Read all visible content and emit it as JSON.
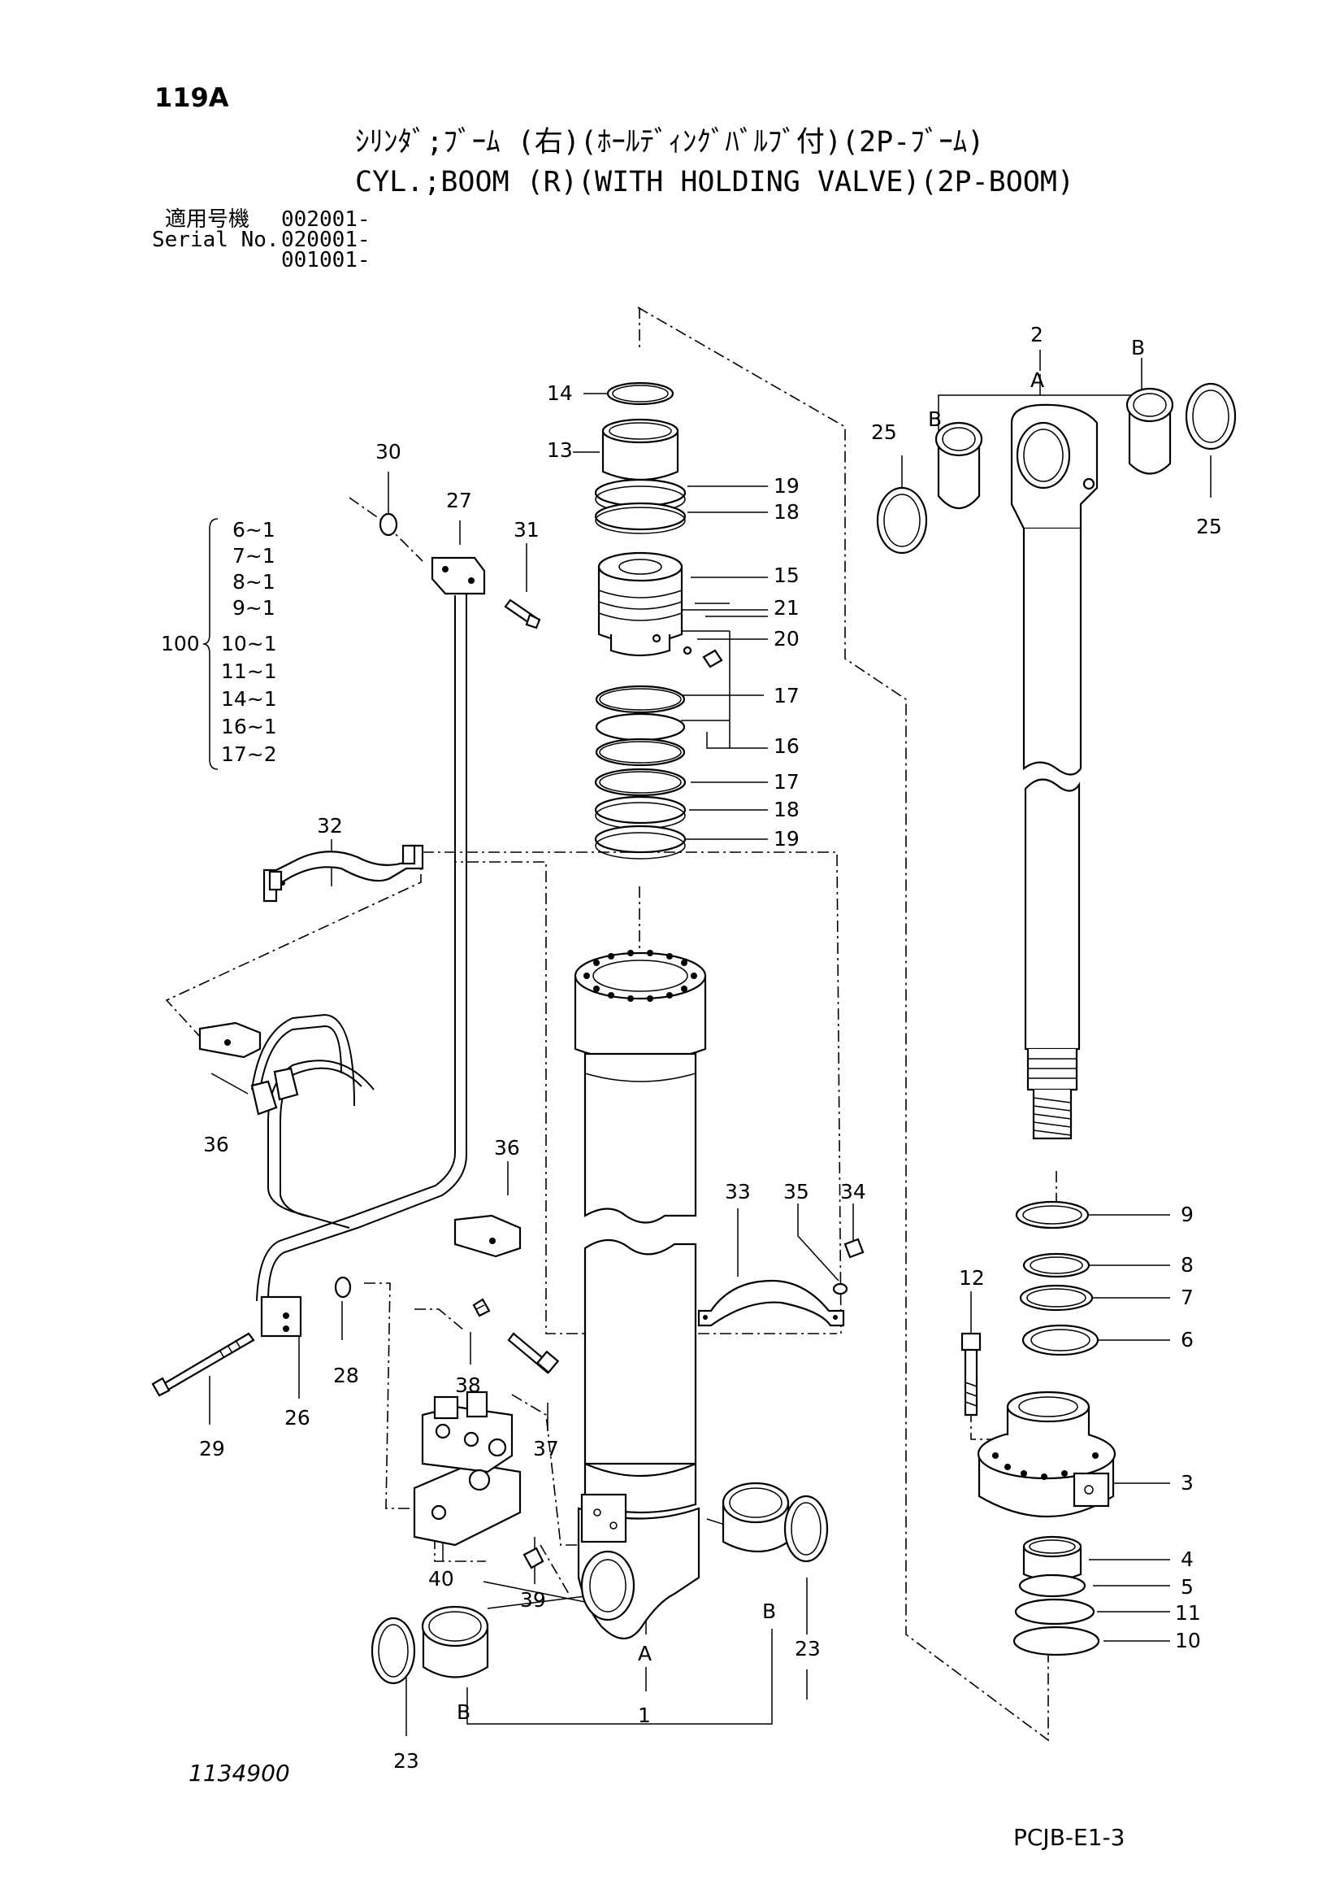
{
  "header": {
    "page_number": "119A",
    "title_jp": "ｼﾘﾝﾀﾞ;ﾌﾞｰﾑ (右)(ﾎｰﾙﾃﾞｨﾝｸﾞﾊﾞﾙﾌﾞ付)(2P-ﾌﾞｰﾑ)",
    "title_en": "CYL.;BOOM (R)(WITH HOLDING VALVE)(2P-BOOM)",
    "serial_label_jp": "適用号機",
    "serial_label_en": "Serial No.",
    "serials": [
      "002001-",
      "020001-",
      "001001-"
    ]
  },
  "footer": {
    "drawing_number": "1134900",
    "sheet_code": "PCJB-E1-3"
  },
  "kit": {
    "number": "100",
    "items": [
      "6~1",
      "7~1",
      "8~1",
      "9~1",
      "10~1",
      "11~1",
      "14~1",
      "16~1",
      "17~2"
    ]
  },
  "callouts": {
    "c1": "1",
    "c2": "2",
    "c3": "3",
    "c4": "4",
    "c5": "5",
    "c6": "6",
    "c7": "7",
    "c8": "8",
    "c9": "9",
    "c10": "10",
    "c11": "11",
    "c12": "12",
    "c13": "13",
    "c14": "14",
    "c15": "15",
    "c16": "16",
    "c17a": "17",
    "c17b": "17",
    "c18a": "18",
    "c18b": "18",
    "c19a": "19",
    "c19b": "19",
    "c20": "20",
    "c21": "21",
    "c23a": "23",
    "c23b": "23",
    "c25a": "25",
    "c25b": "25",
    "c26": "26",
    "c27": "27",
    "c28": "28",
    "c29": "29",
    "c30": "30",
    "c31": "31",
    "c32": "32",
    "c33": "33",
    "c34": "34",
    "c35": "35",
    "c36a": "36",
    "c36b": "36",
    "c37": "37",
    "c38": "38",
    "c39": "39",
    "c40": "40"
  },
  "reference_letters": {
    "a_tube": "A",
    "b_tube_left": "B",
    "b_tube_right": "B",
    "a_rod": "A",
    "b_rod_left": "B",
    "b_rod_right": "B"
  }
}
